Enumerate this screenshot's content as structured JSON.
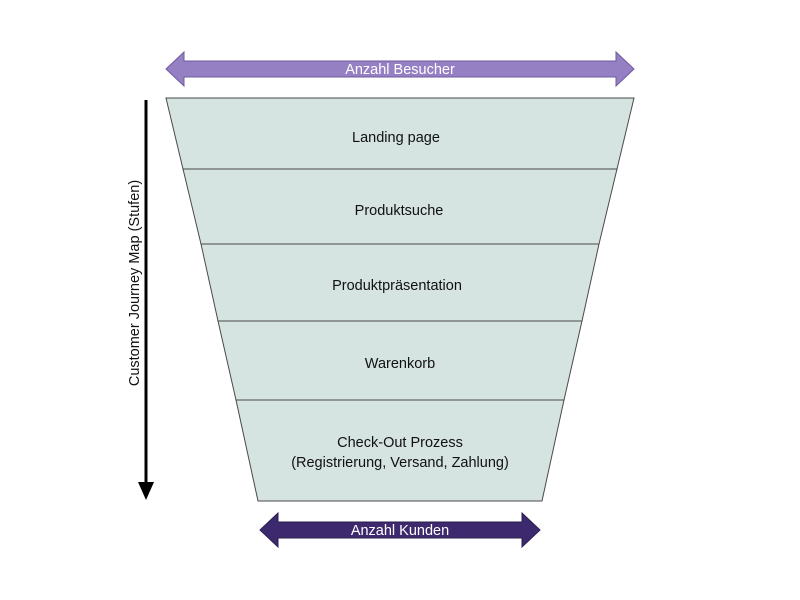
{
  "top_arrow": {
    "label": "Anzahl Besucher",
    "color": "#9680c4"
  },
  "bottom_arrow": {
    "label": "Anzahl Kunden",
    "color": "#3d2a6e"
  },
  "side_arrow": {
    "label": "Customer Journey Map (Stufen)",
    "color": "#000000"
  },
  "funnel": {
    "fill": "#d5e3e1",
    "stages": [
      {
        "lines": [
          "Landing page"
        ]
      },
      {
        "lines": [
          "Produktsuche"
        ]
      },
      {
        "lines": [
          "Produktpräsentation"
        ]
      },
      {
        "lines": [
          "Warenkorb"
        ]
      },
      {
        "lines": [
          "Check-Out Prozess",
          "(Registrierung, Versand, Zahlung)"
        ]
      }
    ]
  }
}
